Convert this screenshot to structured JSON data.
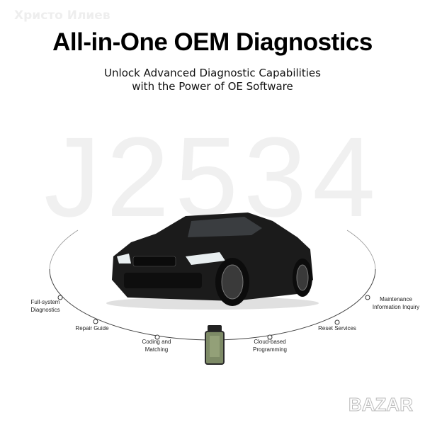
{
  "watermark": "Христо Илиев",
  "title": "All-in-One OEM Diagnostics",
  "subtitle": [
    "Unlock Advanced Diagnostic Capabilities",
    "with the Power of OE Software"
  ],
  "background_text": "J2534",
  "features": [
    {
      "line1": "Full-system",
      "line2": "Diagnostics"
    },
    {
      "line1": "Repair Guide",
      "line2": ""
    },
    {
      "line1": "Coding and",
      "line2": "Matching"
    },
    {
      "line1": "Cloud-based",
      "line2": "Programming"
    },
    {
      "line1": "Reset Services",
      "line2": ""
    },
    {
      "line1": "Maintenance",
      "line2": "Information Inquiry"
    }
  ],
  "corner_logo": "BAZAR"
}
